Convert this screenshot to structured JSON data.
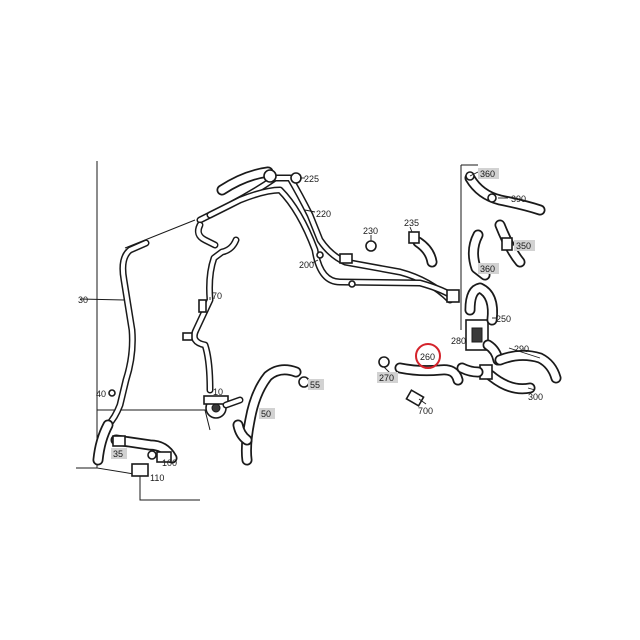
{
  "parts": [
    {
      "id": "p225",
      "label": "225"
    },
    {
      "id": "p220",
      "label": "220"
    },
    {
      "id": "p230",
      "label": "230"
    },
    {
      "id": "p235",
      "label": "235"
    },
    {
      "id": "p200",
      "label": "200"
    },
    {
      "id": "p30",
      "label": "30"
    },
    {
      "id": "p70",
      "label": "70"
    },
    {
      "id": "p40",
      "label": "40"
    },
    {
      "id": "p10",
      "label": "10"
    },
    {
      "id": "p55",
      "label": "55",
      "boxed": true
    },
    {
      "id": "p50",
      "label": "50",
      "boxed": true
    },
    {
      "id": "p35",
      "label": "35",
      "boxed": true
    },
    {
      "id": "p100",
      "label": "100"
    },
    {
      "id": "p110",
      "label": "110"
    },
    {
      "id": "p360a",
      "label": "360",
      "boxed": true
    },
    {
      "id": "p390",
      "label": "390"
    },
    {
      "id": "p350",
      "label": "350",
      "boxed": true
    },
    {
      "id": "p360b",
      "label": "360",
      "boxed": true
    },
    {
      "id": "p250",
      "label": "250"
    },
    {
      "id": "p280",
      "label": "280"
    },
    {
      "id": "p290",
      "label": "290"
    },
    {
      "id": "p260",
      "label": "260",
      "highlighted": true
    },
    {
      "id": "p270",
      "label": "270",
      "boxed": true
    },
    {
      "id": "p700",
      "label": "700"
    },
    {
      "id": "p300",
      "label": "300"
    }
  ],
  "highlight_color": "#d4232b",
  "box_color": "#d2d2d2"
}
